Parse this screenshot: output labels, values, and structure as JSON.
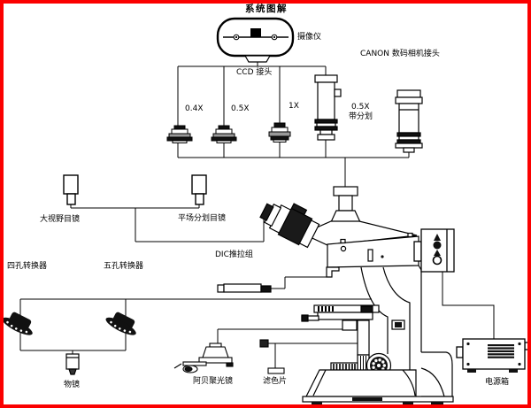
{
  "title": "系统图解",
  "colors": {
    "frame_border": "#fb0000",
    "line": "#000000",
    "background": "#ffffff"
  },
  "labels": {
    "camera": "摄像仪",
    "canon_adapter": "CANON 数码相机接头",
    "ccd_adapter": "CCD 接头",
    "adapter_04x": "0.4X",
    "adapter_05x": "0.5X",
    "adapter_1x": "1X",
    "reticle_line1": "0.5X",
    "reticle_line2": "带分划",
    "eyepiece_wide": "大视野目镜",
    "eyepiece_plan": "平场分划目镜",
    "dic_group": "DIC推拉组",
    "nosepiece_four": "四孔转换器",
    "nosepiece_five": "五孔转换器",
    "objective": "物镜",
    "condenser": "阿贝聚光镜",
    "filter": "滤色片",
    "power_box": "电源箱"
  }
}
